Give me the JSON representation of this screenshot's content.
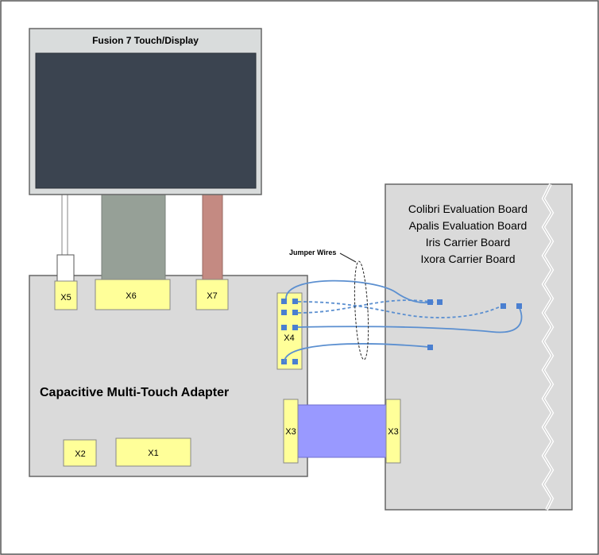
{
  "display": {
    "title": "Fusion 7  Touch/Display"
  },
  "adapter": {
    "title": "Capacitive Multi-Touch Adapter"
  },
  "connectors": {
    "x1": "X1",
    "x2": "X2",
    "x3_left": "X3",
    "x3_right": "X3",
    "x4": "X4",
    "x5": "X5",
    "x6": "X6",
    "x7": "X7"
  },
  "jumper_wires_label": "Jumper Wires",
  "target_boards": [
    "Colibri Evaluation Board",
    "Apalis Evaluation Board",
    "Iris Carrier Board",
    "Ixora Carrier Board"
  ],
  "colors": {
    "display_frame": "#d9dcdc",
    "screen": "#3b4450",
    "board": "#dadada",
    "connector": "#ffff99",
    "flat_cable_x6": "#96a097",
    "flat_cable_x7": "#c48a82",
    "x3_cable": "#9999ff",
    "wire": "#5b8fd0"
  }
}
